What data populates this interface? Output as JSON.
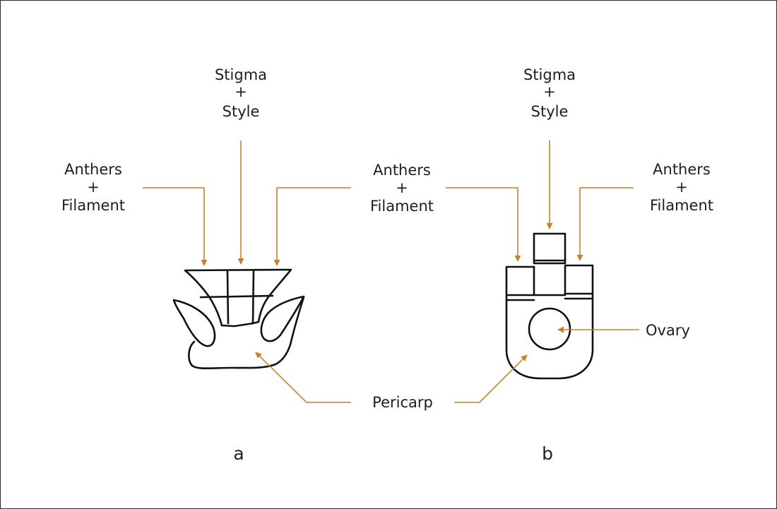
{
  "colors": {
    "leader": "#c8802a",
    "ink": "#111111",
    "border": "#2a2a2a",
    "background": "#ffffff"
  },
  "labels": {
    "stigma_a": {
      "line1": "Stigma",
      "line2": "+",
      "line3": "Style"
    },
    "anthers_left": {
      "line1": "Anthers",
      "line2": "+",
      "line3": "Filament"
    },
    "anthers_center": {
      "line1": "Anthers",
      "line2": "+",
      "line3": "Filament"
    },
    "stigma_b": {
      "line1": "Stigma",
      "line2": "+",
      "line3": "Style"
    },
    "anthers_right": {
      "line1": "Anthers",
      "line2": "+",
      "line3": "Filament"
    },
    "ovary": "Ovary",
    "pericarp": "Pericarp"
  },
  "panels": {
    "a": "a",
    "b": "b"
  }
}
